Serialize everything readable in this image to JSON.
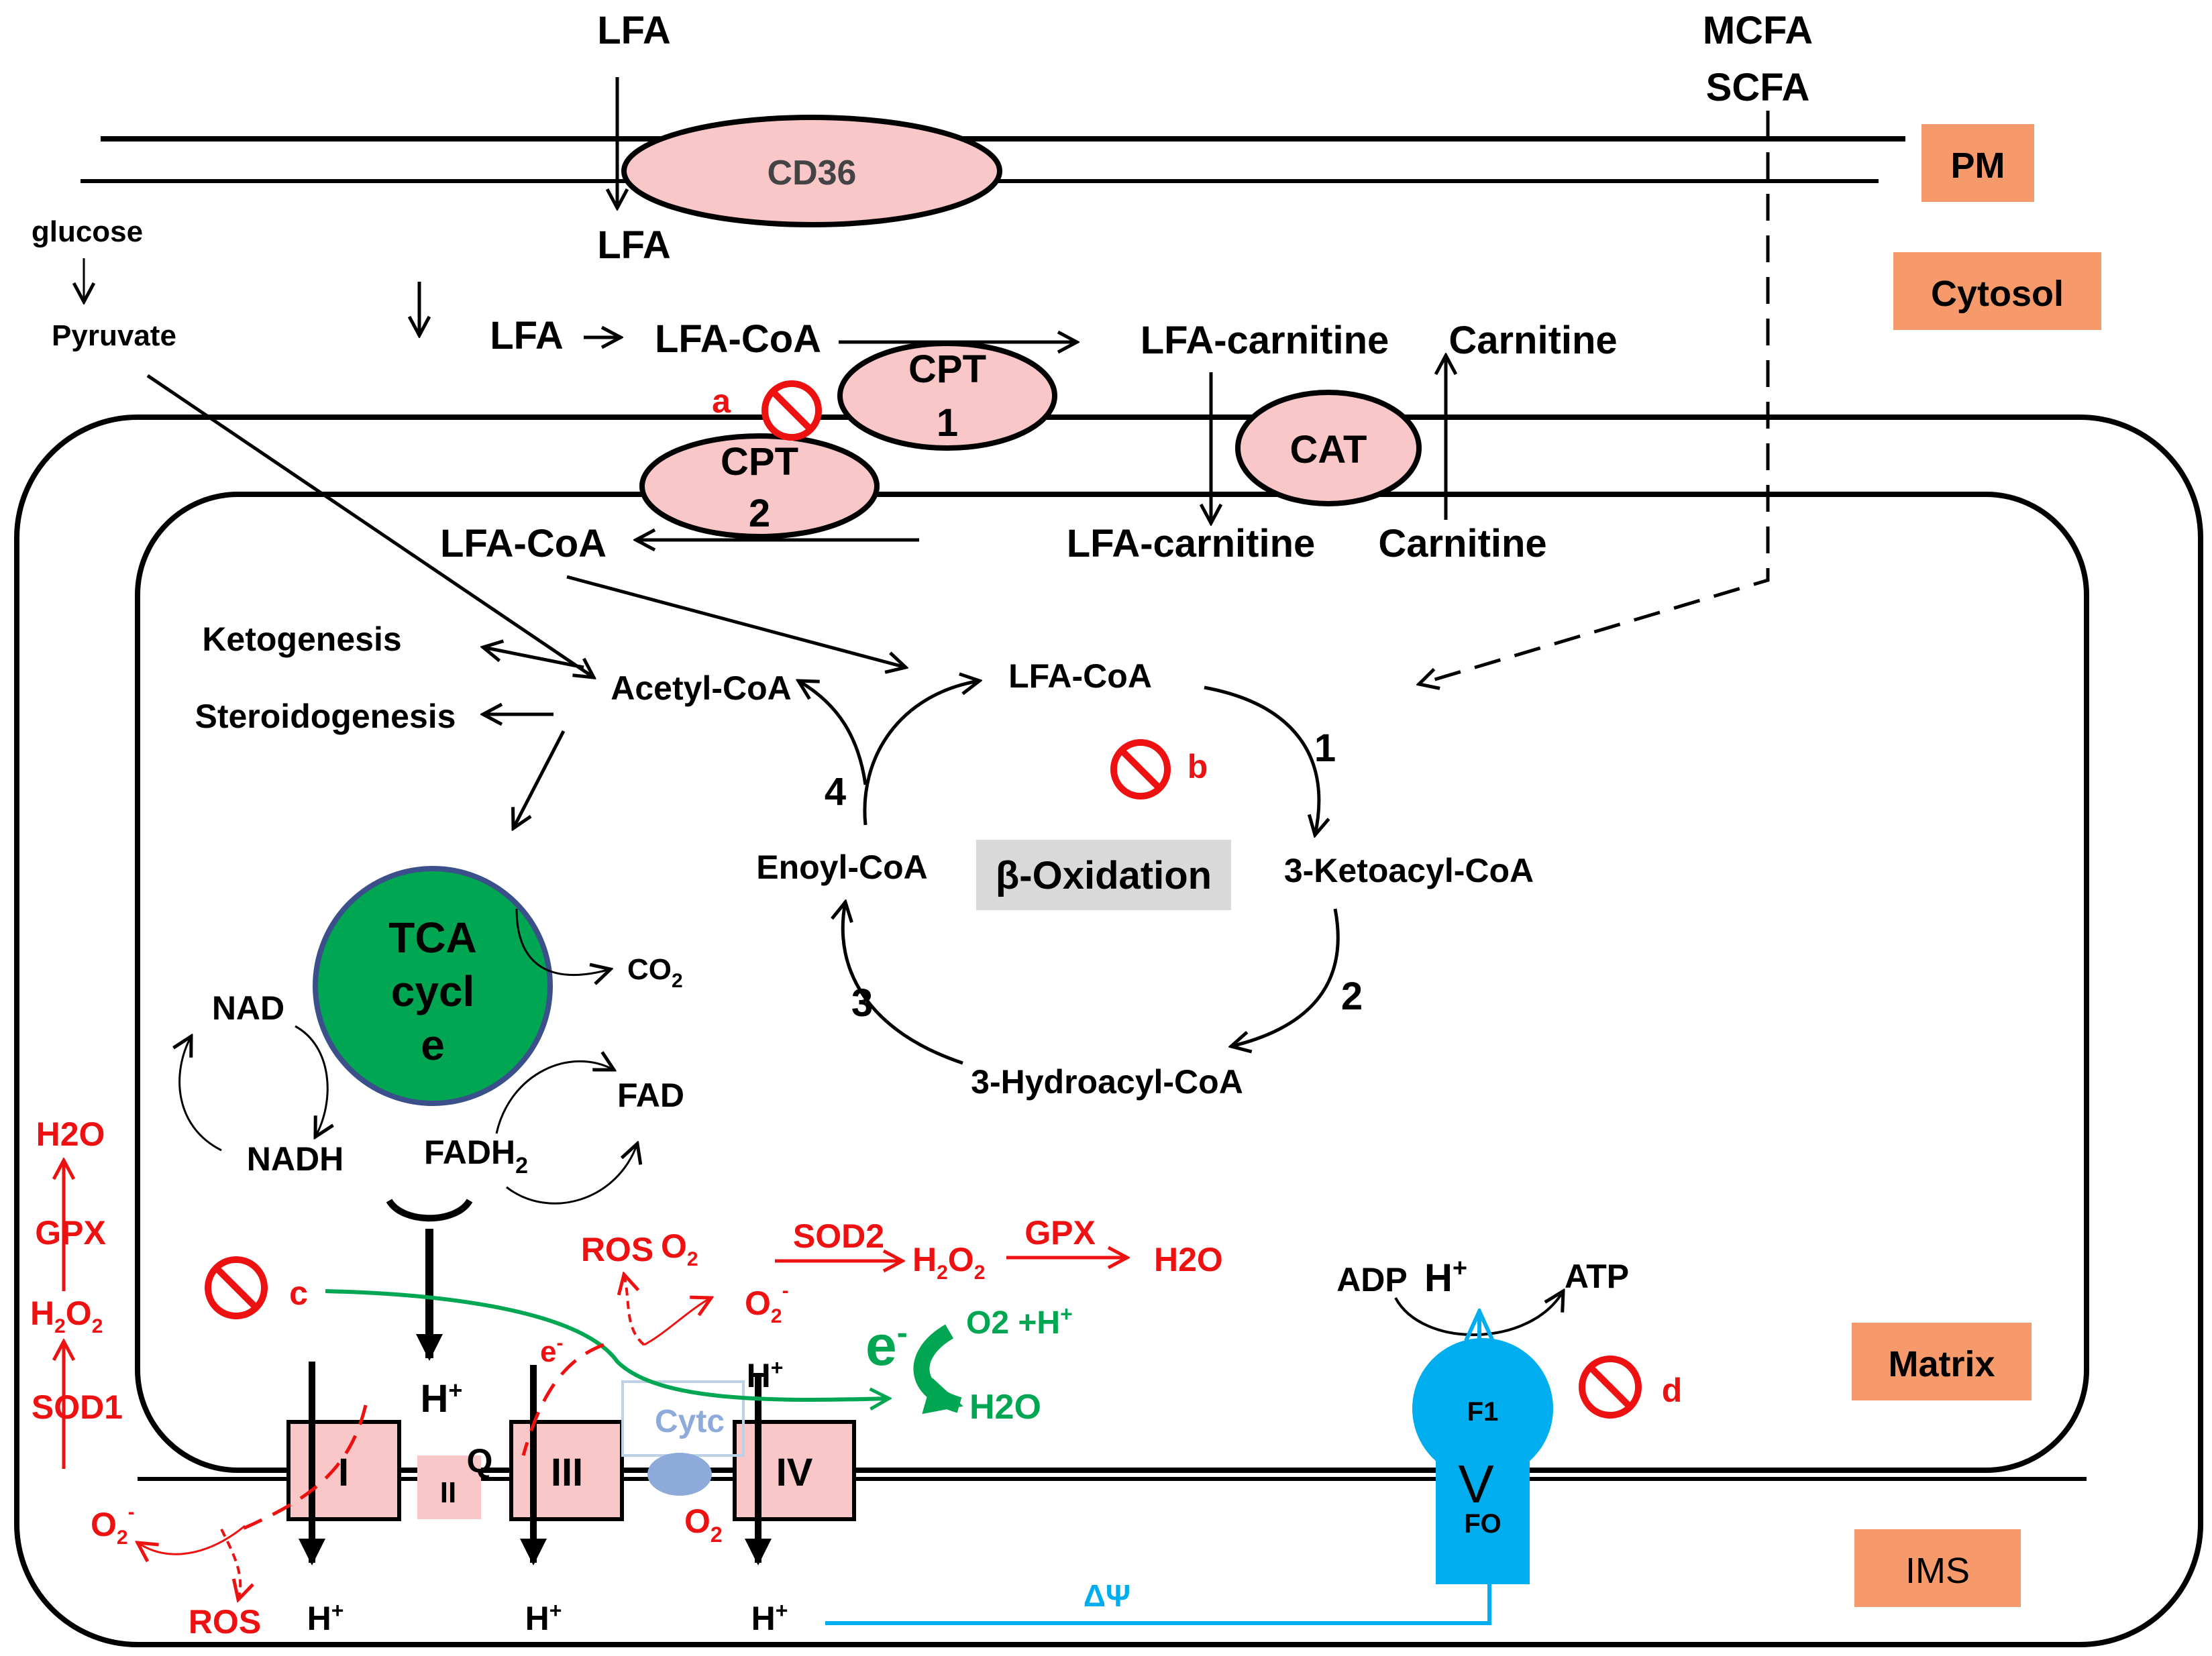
{
  "membrane_labels": {
    "pm": "PM",
    "cytosol": "Cytosol",
    "matrix": "Matrix",
    "ims": "IMS"
  },
  "colors": {
    "tag_bg": "#f79a6b",
    "protein_fill": "#f9c7c7",
    "tca_fill": "#00a651",
    "inhibitor": "#ee1111",
    "etc_green": "#00a651",
    "atp_synthase": "#00aeef",
    "beta_ox_bg": "#d9d9d9",
    "cytc": "#8eaadb"
  },
  "uptake": {
    "lfa_outside": "LFA",
    "cd36": "CD36",
    "lfa_inside": "LFA",
    "mcfa": "MCFA",
    "scfa": "SCFA",
    "glucose": "glucose",
    "pyruvate": "Pyruvate"
  },
  "carnitine_shuttle": {
    "lfa": "LFA",
    "lfa_coa": "LFA-CoA",
    "cpt1_line1": "CPT",
    "cpt1_line2": "1",
    "cpt2_line1": "CPT",
    "cpt2_line2": "2",
    "lfa_carnitine_cyto": "LFA-carnitine",
    "carnitine_cyto": "Carnitine",
    "cat": "CAT",
    "lfa_carnitine_matrix": "LFA-carnitine",
    "carnitine_matrix": "Carnitine",
    "lfa_coa_matrix": "LFA-CoA"
  },
  "matrix": {
    "ketogenesis": "Ketogenesis",
    "steroidogenesis": "Steroidogenesis",
    "acetyl_coa": "Acetyl-CoA",
    "beta_oxidation": "β-Oxidation",
    "lfa_coa": "LFA-CoA",
    "ketoacyl": "3-Ketoacyl-CoA",
    "hydroacyl": "3-Hydroacyl-CoA",
    "enoyl": "Enoyl-CoA",
    "steps": [
      "1",
      "2",
      "3",
      "4"
    ],
    "tca_line1": "TCA",
    "tca_line2": "cycl",
    "tca_line3": "e",
    "co2": "CO",
    "co2_sub": "2",
    "nad": "NAD",
    "nadh": "NADH",
    "fad": "FAD",
    "fadh2": "FADH",
    "fadh2_sub": "2"
  },
  "inhibitors": {
    "a": "a",
    "b": "b",
    "c": "c",
    "d": "d"
  },
  "etc": {
    "complex_1": "I",
    "complex_2": "II",
    "complex_3": "III",
    "complex_4": "IV",
    "q": "Q",
    "cytc": "Cytc",
    "h_matrix": "H",
    "h_matrix_iv": "H",
    "h_ims": [
      "H",
      "H",
      "H"
    ],
    "electron": "e",
    "electron_red": "e",
    "o2_h": "O2 +H",
    "h2o_green": "H2O",
    "o2_label": "O",
    "o2_sub": "2"
  },
  "ros": {
    "ros_top": "ROS",
    "o2_top": "O",
    "o2_top_sub": "2",
    "o2_minus": "O",
    "o2_minus_sub": "2",
    "sod2": "SOD2",
    "h2o2": "H",
    "h2o2_mid": "O",
    "gpx": "GPX",
    "h2o": "H2O",
    "o2_minus_ims": "O",
    "o2_minus_ims_sub": "2",
    "ros_ims": "ROS",
    "left_h2o": "H2O",
    "left_gpx": "GPX",
    "left_h2o2": "H",
    "left_h2o2_mid": "O",
    "left_sod1": "SOD1"
  },
  "atp_synthase": {
    "adp": "ADP",
    "h": "H",
    "atp": "ATP",
    "f1": "F1",
    "fo": "FO",
    "delta_psi": "ΔΨ"
  }
}
